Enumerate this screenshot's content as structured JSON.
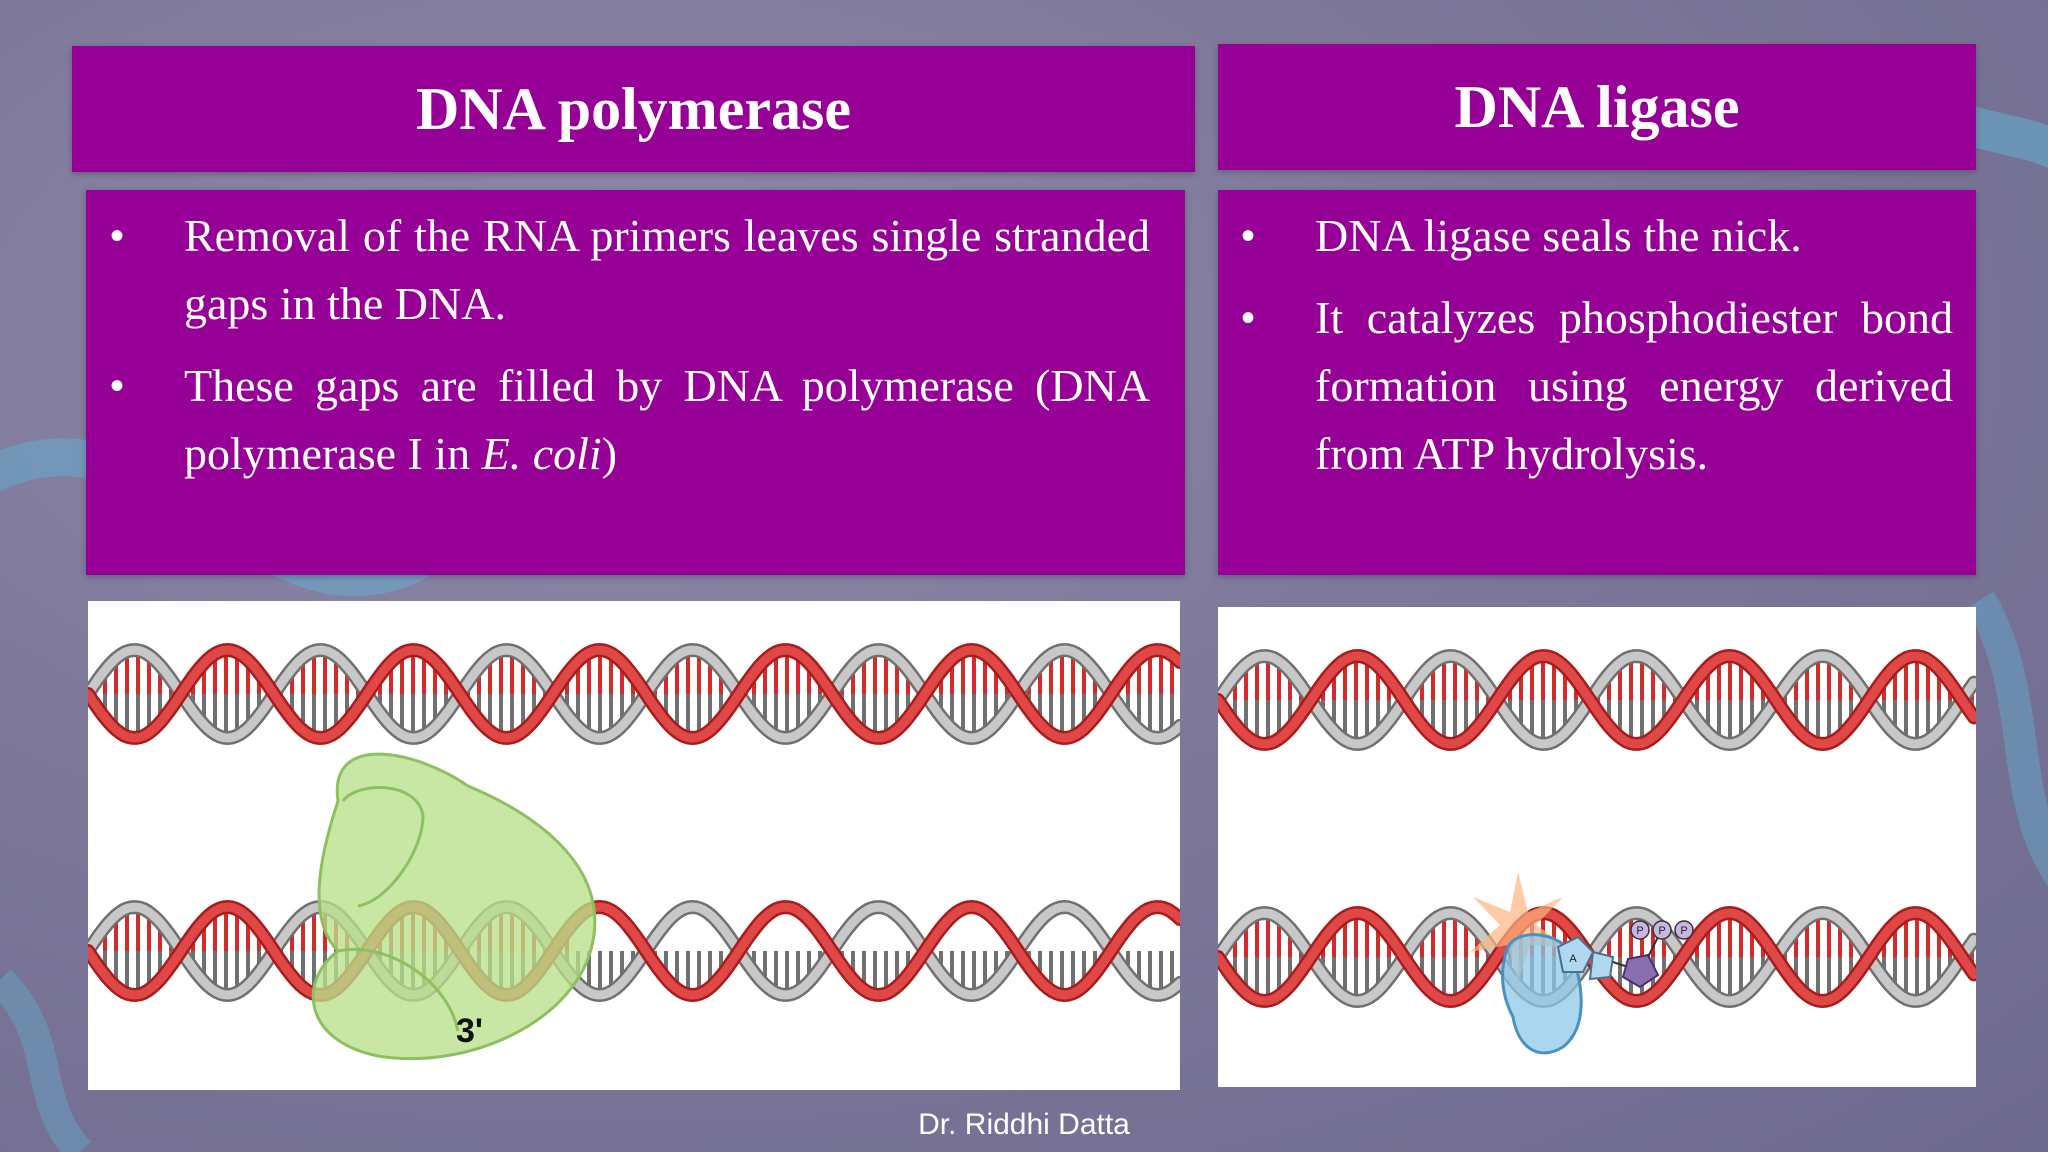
{
  "slide": {
    "left": {
      "title": "DNA polymerase",
      "bullets": [
        {
          "text": "Removal of the RNA primers leaves single stranded gaps in the DNA."
        },
        {
          "text_before": "These gaps are filled by DNA polymerase (DNA polymerase I in ",
          "italic": "E. coli",
          "text_after": ")"
        }
      ],
      "figure_label": "3'"
    },
    "right": {
      "title": "DNA ligase",
      "bullets": [
        {
          "text": "DNA ligase seals the nick."
        },
        {
          "text": "It catalyzes phosphodiester bond formation using energy derived from ATP hydrolysis."
        }
      ],
      "figure_atp_labels": [
        "P",
        "P",
        "P",
        "A"
      ]
    },
    "footer": "Dr. Riddhi Datta"
  },
  "colors": {
    "box_purple": "#960096",
    "dna_red": "#d42a2a",
    "dna_grey": "#8a8a8a",
    "polymerase_green": "#b8e08a",
    "ligase_blue": "#8ec8e8",
    "atp_purple": "#8a6fae"
  }
}
